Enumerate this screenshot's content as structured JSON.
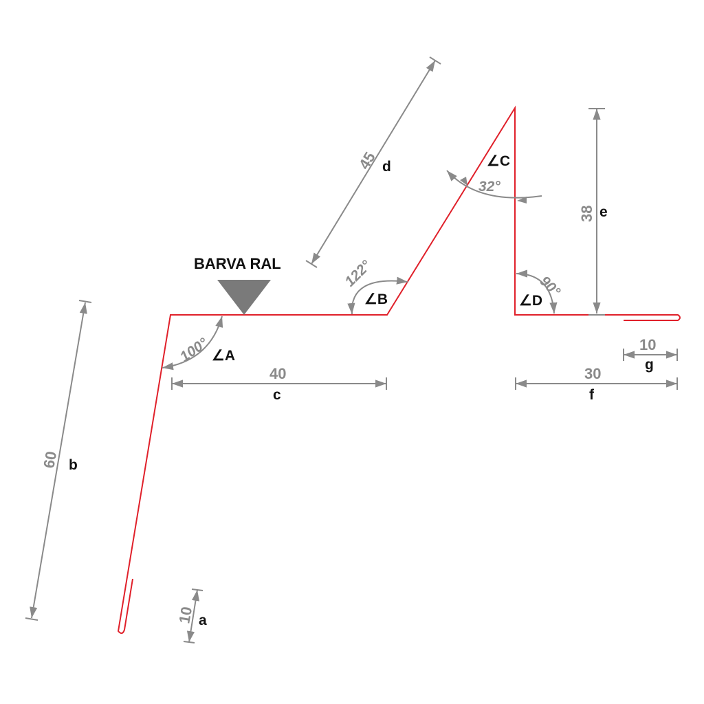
{
  "title": "BARVA RAL",
  "dimensions": {
    "a": {
      "letter": "a",
      "value": "10"
    },
    "b": {
      "letter": "b",
      "value": "60"
    },
    "c": {
      "letter": "c",
      "value": "40"
    },
    "d": {
      "letter": "d",
      "value": "45"
    },
    "e": {
      "letter": "e",
      "value": "38"
    },
    "f": {
      "letter": "f",
      "value": "30"
    },
    "g": {
      "letter": "g",
      "value": "10"
    }
  },
  "angles": {
    "A": {
      "label": "∠A",
      "value": "100°"
    },
    "B": {
      "label": "∠B",
      "value": "122°"
    },
    "C": {
      "label": "∠C",
      "value": "32°"
    },
    "D": {
      "label": "∠D",
      "value": "90°"
    }
  },
  "colors": {
    "profile": "#e0202a",
    "dimension": "#8a8a8a",
    "marker": "#7a7a7a"
  }
}
